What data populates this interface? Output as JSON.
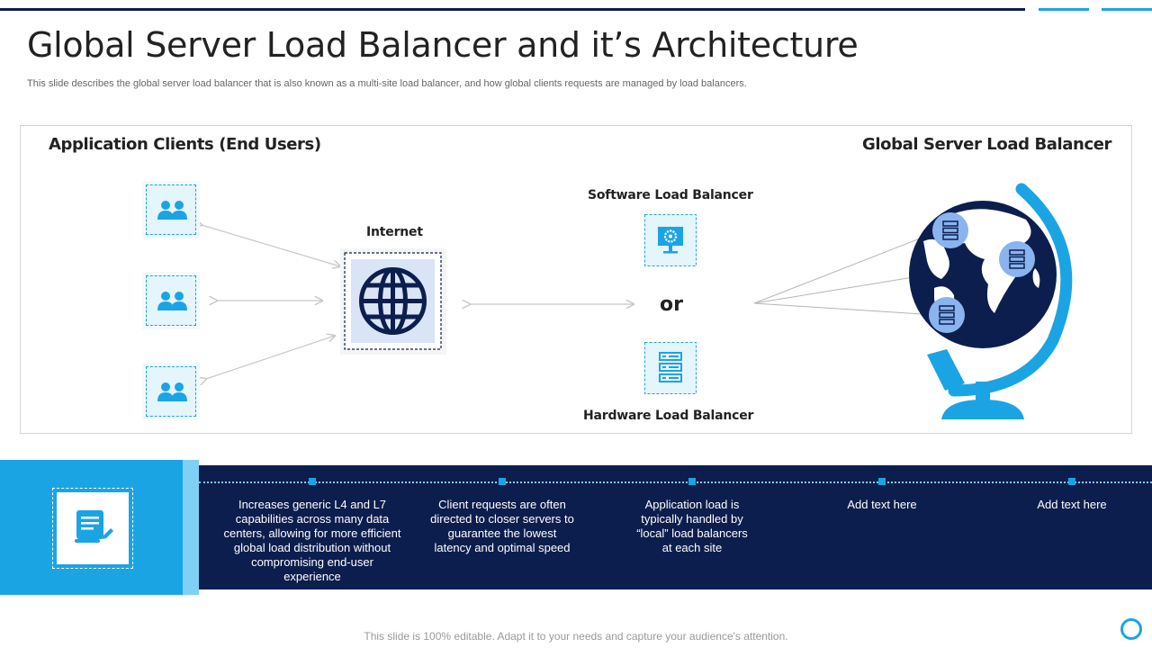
{
  "title": "Global Server Load Balancer and it’s Architecture",
  "subtitle": "This slide describes the global server load balancer that is also known as a multi-site load balancer, and how global clients requests are managed by load balancers.",
  "diagram": {
    "left_heading": "Application Clients (End Users)",
    "right_heading": "Global Server Load Balancer",
    "internet_label": "Internet",
    "software_label": "Software Load Balancer",
    "or_label": "or",
    "hardware_label": "Hardware Load Balancer"
  },
  "points": [
    "Increases generic L4 and L7 capabilities across many data centers, allowing for more efficient global load distribution without compromising end-user experience",
    "Client requests are often directed to closer servers to guarantee the lowest latency and optimal speed",
    "Application load is typically handled by “local” load balancers at each site",
    "Add text here",
    "Add text here"
  ],
  "footer": "This slide is 100% editable. Adapt it to your needs and capture your audience's attention.",
  "colors": {
    "navy": "#0c1e4d",
    "accent": "#1ba4e4",
    "light_accent": "#7fd0f4",
    "globe_land": "#ffffff"
  },
  "icons": [
    "users-icon",
    "globe-icon",
    "monitor-gear-icon",
    "server-icon",
    "globe-stand-icon",
    "document-pen-icon"
  ]
}
